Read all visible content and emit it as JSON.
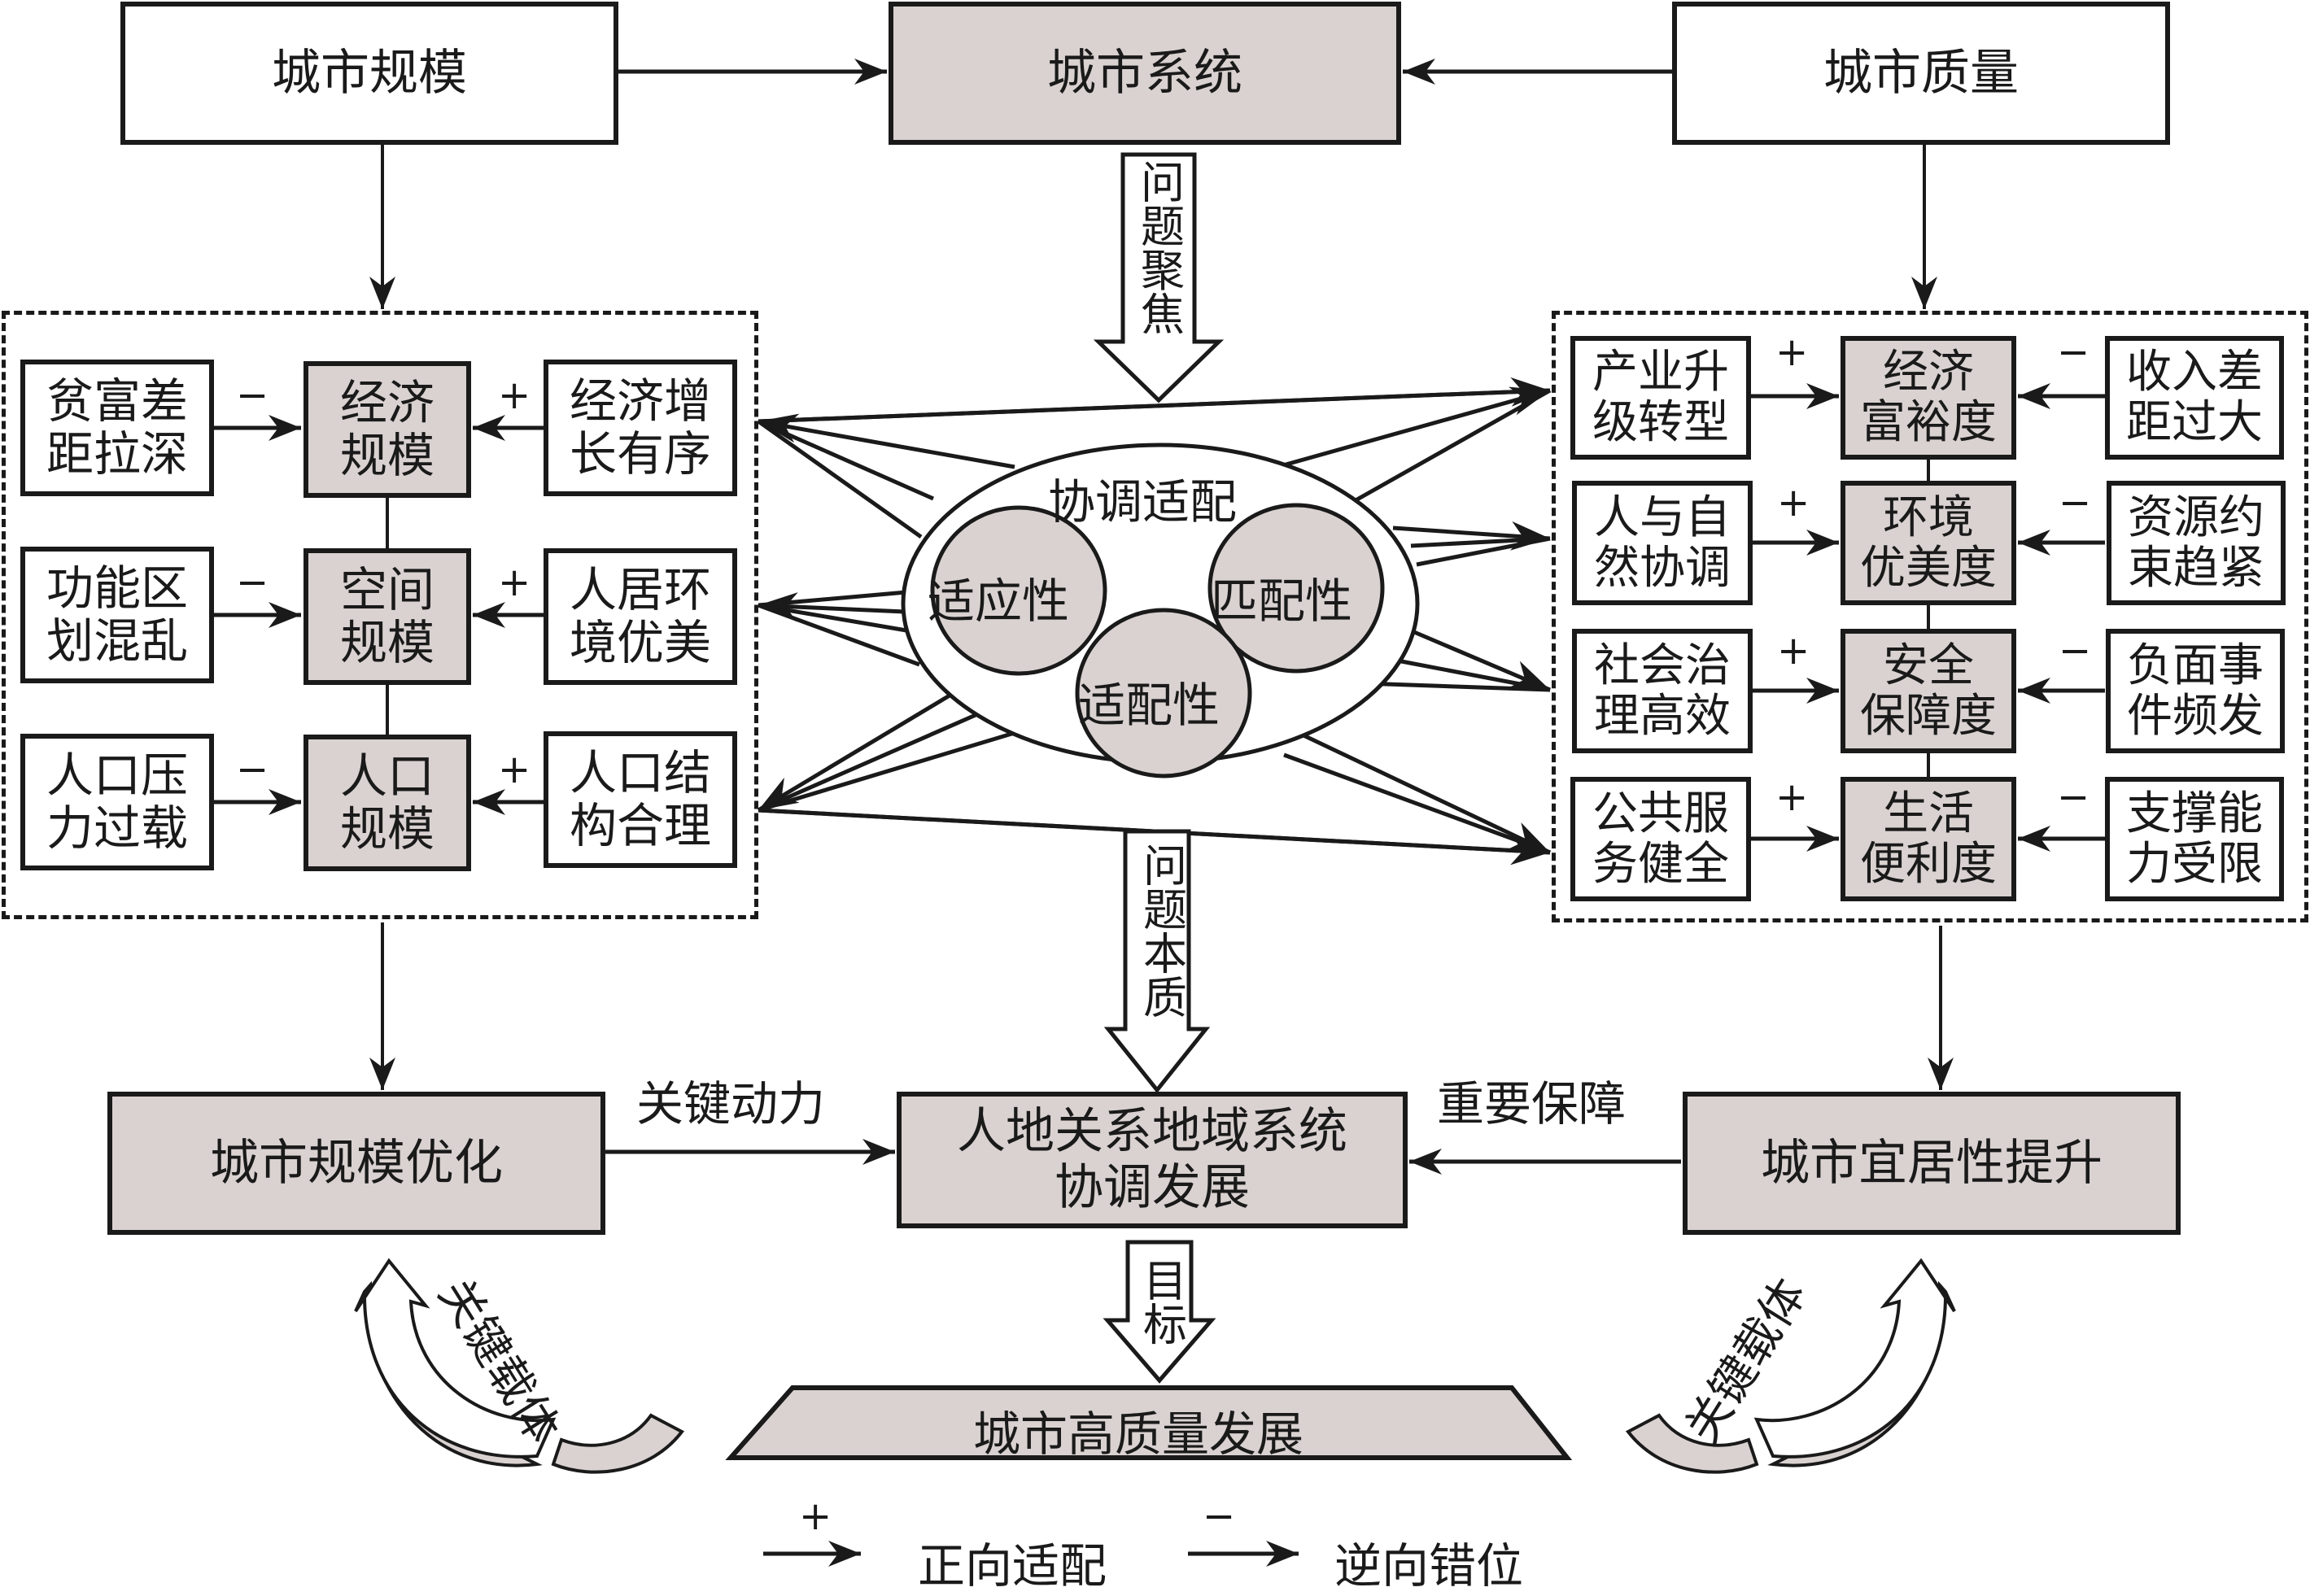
{
  "top": {
    "city_scale": "城市规模",
    "city_system": "城市系统",
    "city_quality": "城市质量"
  },
  "focus_arrow": "问题聚焦",
  "essence_arrow": "问题本质",
  "goal_arrow": "目标",
  "left_panel": {
    "rows": [
      {
        "negative": "贫富差距拉深",
        "negative_lines": [
          "贫富差",
          "距拉深"
        ],
        "center_lines": [
          "经济",
          "规模"
        ],
        "positive_lines": [
          "经济增",
          "长有序"
        ],
        "neg_sign": "−",
        "pos_sign": "+"
      },
      {
        "negative": "功能区划混乱",
        "negative_lines": [
          "功能区",
          "划混乱"
        ],
        "center_lines": [
          "空间",
          "规模"
        ],
        "positive_lines": [
          "人居环",
          "境优美"
        ],
        "neg_sign": "−",
        "pos_sign": "+"
      },
      {
        "negative": "人口压力过载",
        "negative_lines": [
          "人口压",
          "力过载"
        ],
        "center_lines": [
          "人口",
          "规模"
        ],
        "positive_lines": [
          "人口结",
          "构合理"
        ],
        "neg_sign": "−",
        "pos_sign": "+"
      }
    ]
  },
  "right_panel": {
    "rows": [
      {
        "positive_lines": [
          "产业升",
          "级转型"
        ],
        "center_lines": [
          "经济",
          "富裕度"
        ],
        "negative_lines": [
          "收入差",
          "距过大"
        ],
        "pos_sign": "+",
        "neg_sign": "−"
      },
      {
        "positive_lines": [
          "人与自",
          "然协调"
        ],
        "center_lines": [
          "环境",
          "优美度"
        ],
        "negative_lines": [
          "资源约",
          "束趋紧"
        ],
        "pos_sign": "+",
        "neg_sign": "−"
      },
      {
        "positive_lines": [
          "社会治",
          "理高效"
        ],
        "center_lines": [
          "安全",
          "保障度"
        ],
        "negative_lines": [
          "负面事",
          "件频发"
        ],
        "pos_sign": "+",
        "neg_sign": "−"
      },
      {
        "positive_lines": [
          "公共服",
          "务健全"
        ],
        "center_lines": [
          "生活",
          "便利度"
        ],
        "negative_lines": [
          "支撑能",
          "力受限"
        ],
        "pos_sign": "+",
        "neg_sign": "−"
      }
    ]
  },
  "center": {
    "title": "协调适配",
    "adaptability": "适应性",
    "matching": "匹配性",
    "fitness": "适配性"
  },
  "bottom": {
    "scale_optimization": "城市规模优化",
    "key_driver": "关键动力",
    "coordination_lines": [
      "人地关系地域系统",
      "协调发展"
    ],
    "important_guarantee": "重要保障",
    "livability": "城市宜居性提升",
    "key_carrier_left": "关键载体",
    "key_carrier_right": "关键载体",
    "high_quality": "城市高质量发展"
  },
  "legend": {
    "positive_sign": "+",
    "positive_label": "正向适配",
    "negative_sign": "−",
    "negative_label": "逆向错位"
  },
  "colors": {
    "fill_gray": "#d9d2d0",
    "stroke": "#1a1a1a"
  }
}
